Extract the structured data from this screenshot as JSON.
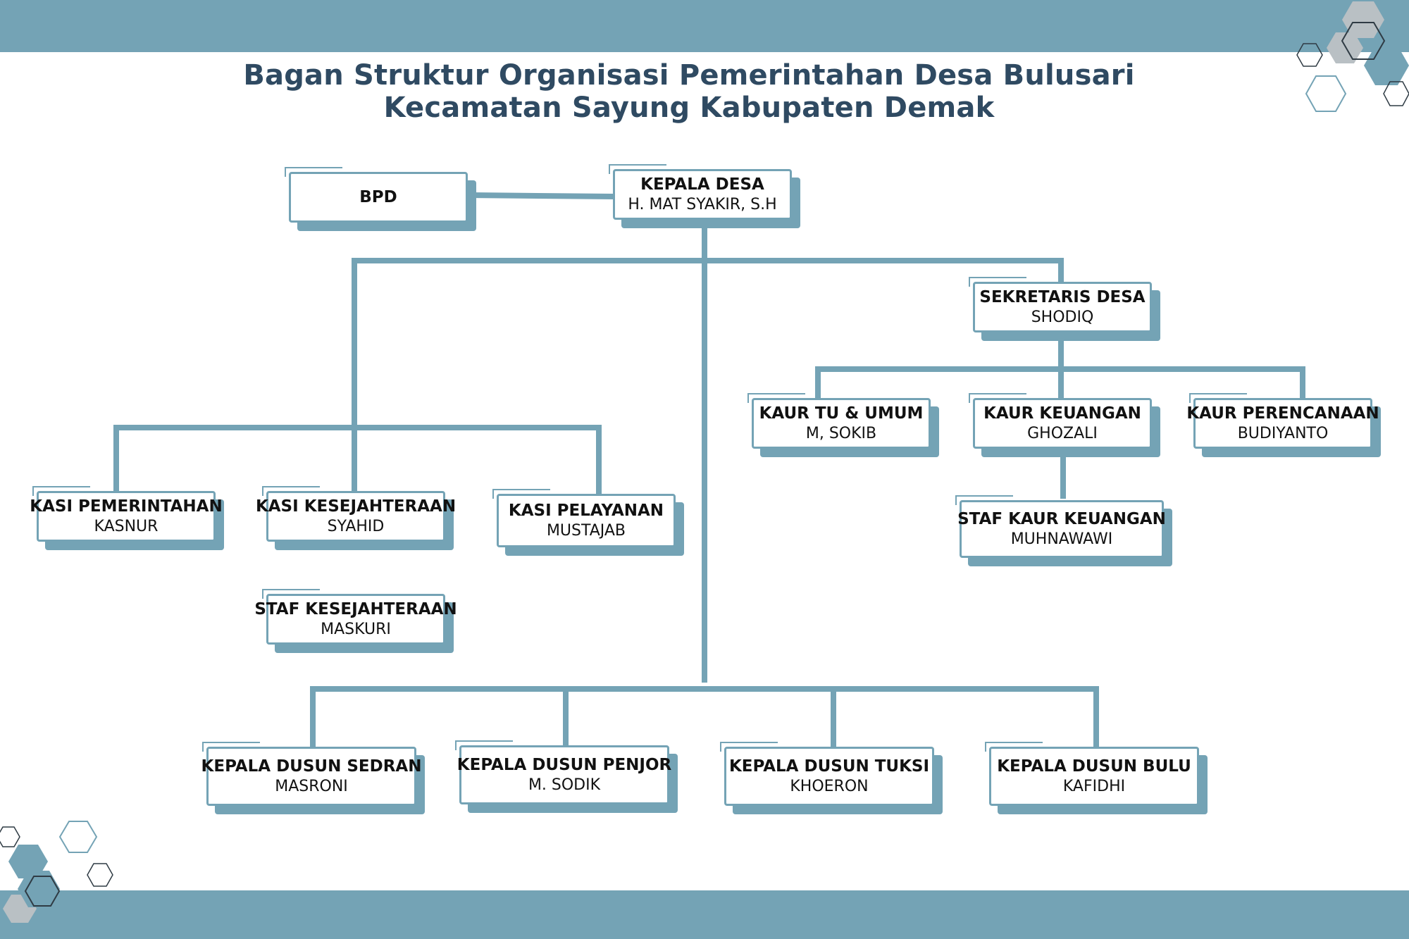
{
  "title": {
    "line1": "Bagan Struktur Organisasi Pemerintahan Desa Bulusari",
    "line2": "Kecamatan Sayung Kabupaten Demak"
  },
  "nodes": {
    "bpd": {
      "title": "BPD"
    },
    "kepala_desa": {
      "title": "KEPALA DESA",
      "name": "H. MAT SYAKIR, S.H"
    },
    "sekretaris_desa": {
      "title": "SEKRETARIS DESA",
      "name": "SHODIQ"
    },
    "kaur_tu_umum": {
      "title": "KAUR TU & UMUM",
      "name": "M, SOKIB"
    },
    "kaur_keuangan": {
      "title": "KAUR KEUANGAN",
      "name": "GHOZALI"
    },
    "kaur_perencanaan": {
      "title": "KAUR PERENCANAAN",
      "name": "BUDIYANTO"
    },
    "staf_kaur_keuangan": {
      "title": "STAF KAUR KEUANGAN",
      "name": "MUHNAWAWI"
    },
    "kasi_pemerintahan": {
      "title": "KASI PEMERINTAHAN",
      "name": "KASNUR"
    },
    "kasi_kesejahteraan": {
      "title": "KASI KESEJAHTERAAN",
      "name": "SYAHID"
    },
    "kasi_pelayanan": {
      "title": "KASI PELAYANAN",
      "name": "MUSTAJAB"
    },
    "staf_kesejahteraan": {
      "title": "STAF KESEJAHTERAAN",
      "name": "MASKURI"
    },
    "kadus_sedran": {
      "title": "KEPALA DUSUN SEDRAN",
      "name": "MASRONI"
    },
    "kadus_penjor": {
      "title": "KEPALA DUSUN PENJOR",
      "name": "M. SODIK"
    },
    "kadus_tuksi": {
      "title": "KEPALA DUSUN TUKSI",
      "name": "KHOERON"
    },
    "kadus_bulu": {
      "title": "KEPALA DUSUN BULU",
      "name": "KAFIDHI"
    }
  },
  "colors": {
    "accent": "#74a3b5",
    "title": "#2f4a62",
    "hex_gray": "#b9c0c4",
    "hex_outline": "#2f3b44"
  }
}
